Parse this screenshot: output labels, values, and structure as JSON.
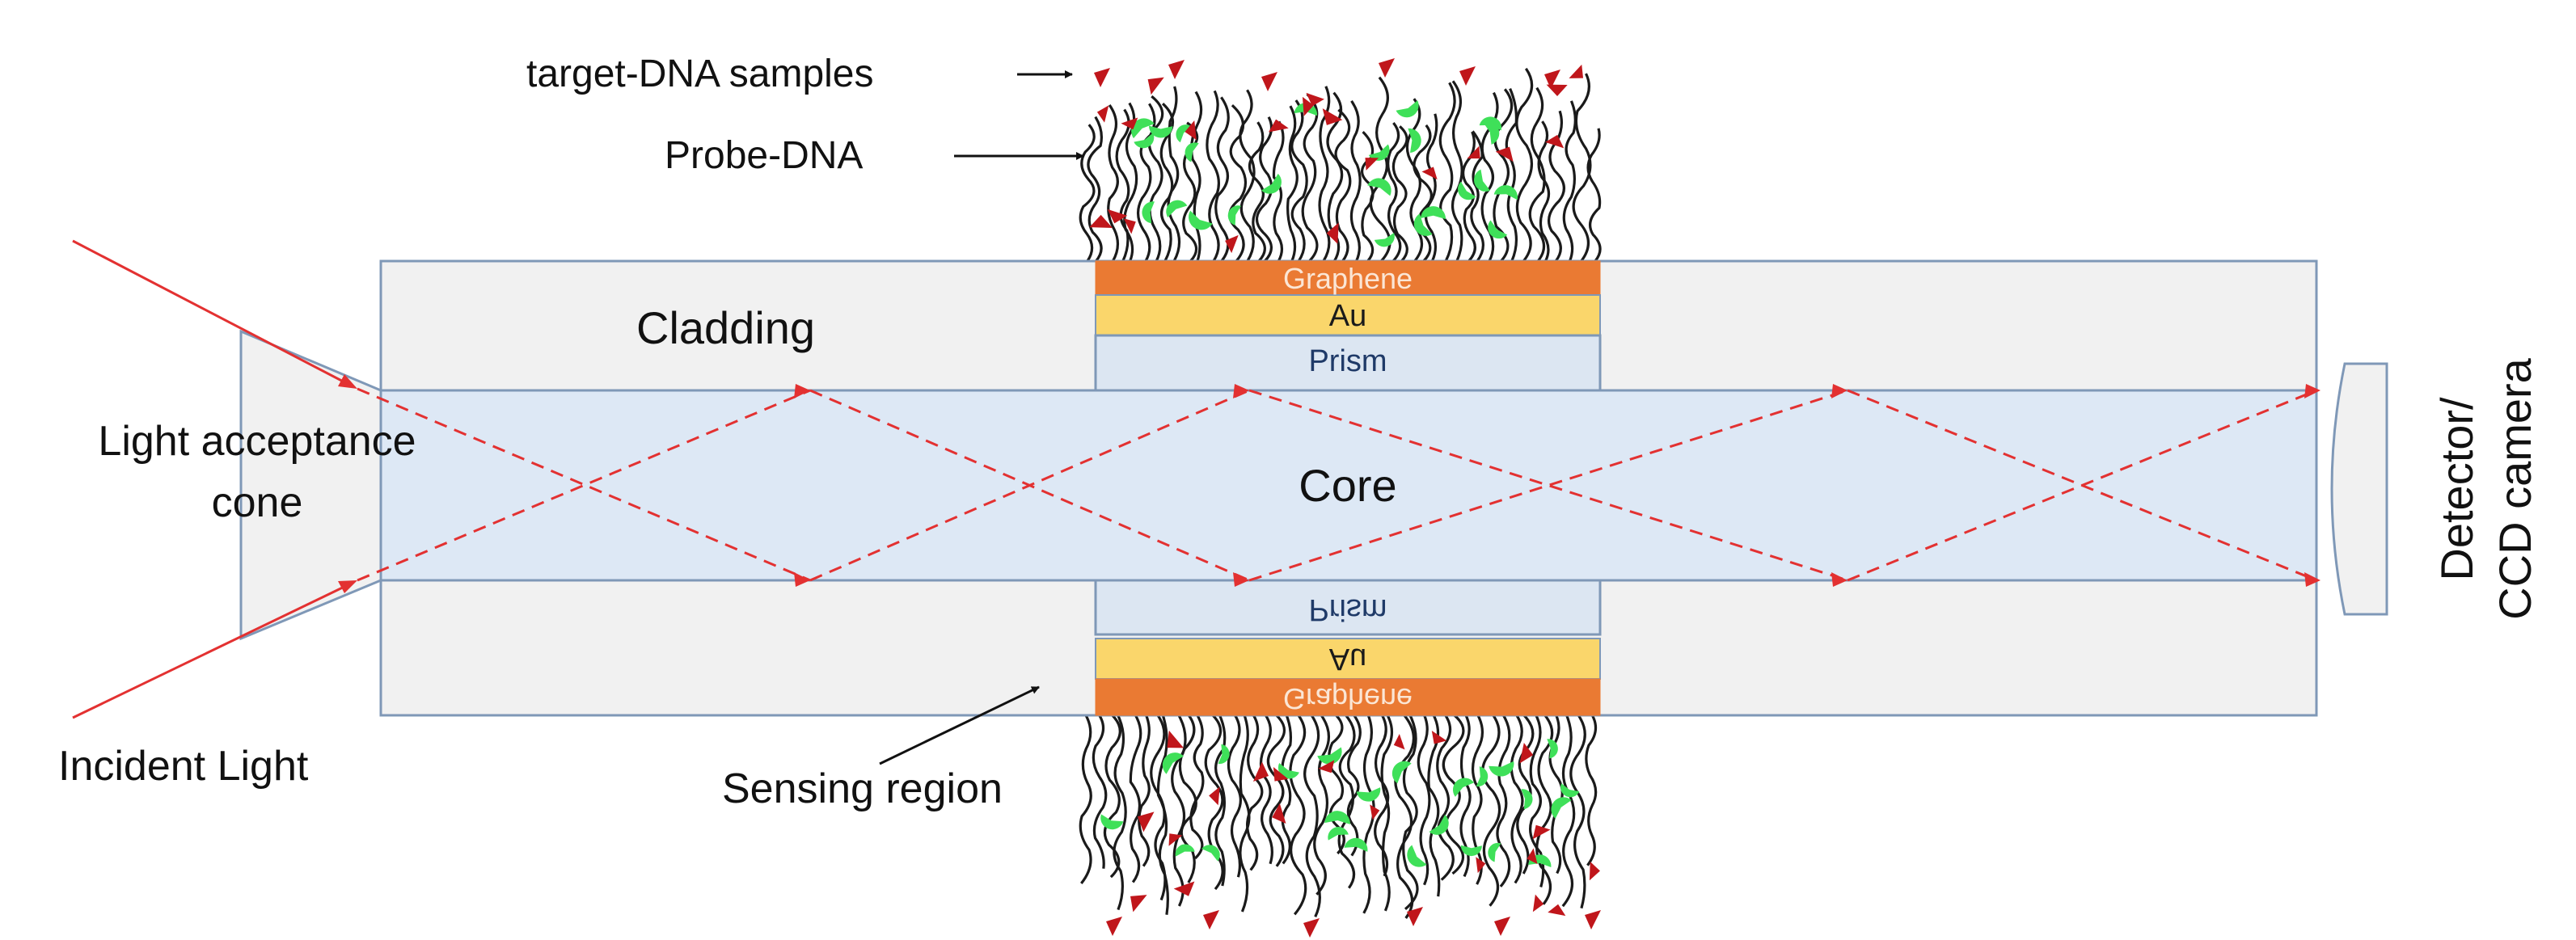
{
  "labels": {
    "target_dna": "target-DNA samples",
    "probe_dna": "Probe-DNA",
    "cladding": "Cladding",
    "core": "Core",
    "acceptance_line1": "Light acceptance",
    "acceptance_line2": "cone",
    "incident_light": "Incident Light",
    "sensing_region": "Sensing region",
    "detector_line1": "Detector/",
    "detector_line2": "CCD camera"
  },
  "layers": {
    "graphene": "Graphene",
    "gold": "Au",
    "prism": "Prism"
  },
  "colors": {
    "cladding": "#f1f1f1",
    "core": "#dde8f5",
    "outline": "#7f98b7",
    "graphene": "#ea7a33",
    "gold": "#fad66b",
    "prism": "#dce6f2",
    "light_ray": "#e33131",
    "probe_strand": "#1a1a1a",
    "probe_receptor": "#3fe059",
    "target_dna": "#c0161b"
  },
  "icons": {
    "probe_receptor": "green-crescent-icon",
    "target_molecule": "red-wedge-icon"
  }
}
